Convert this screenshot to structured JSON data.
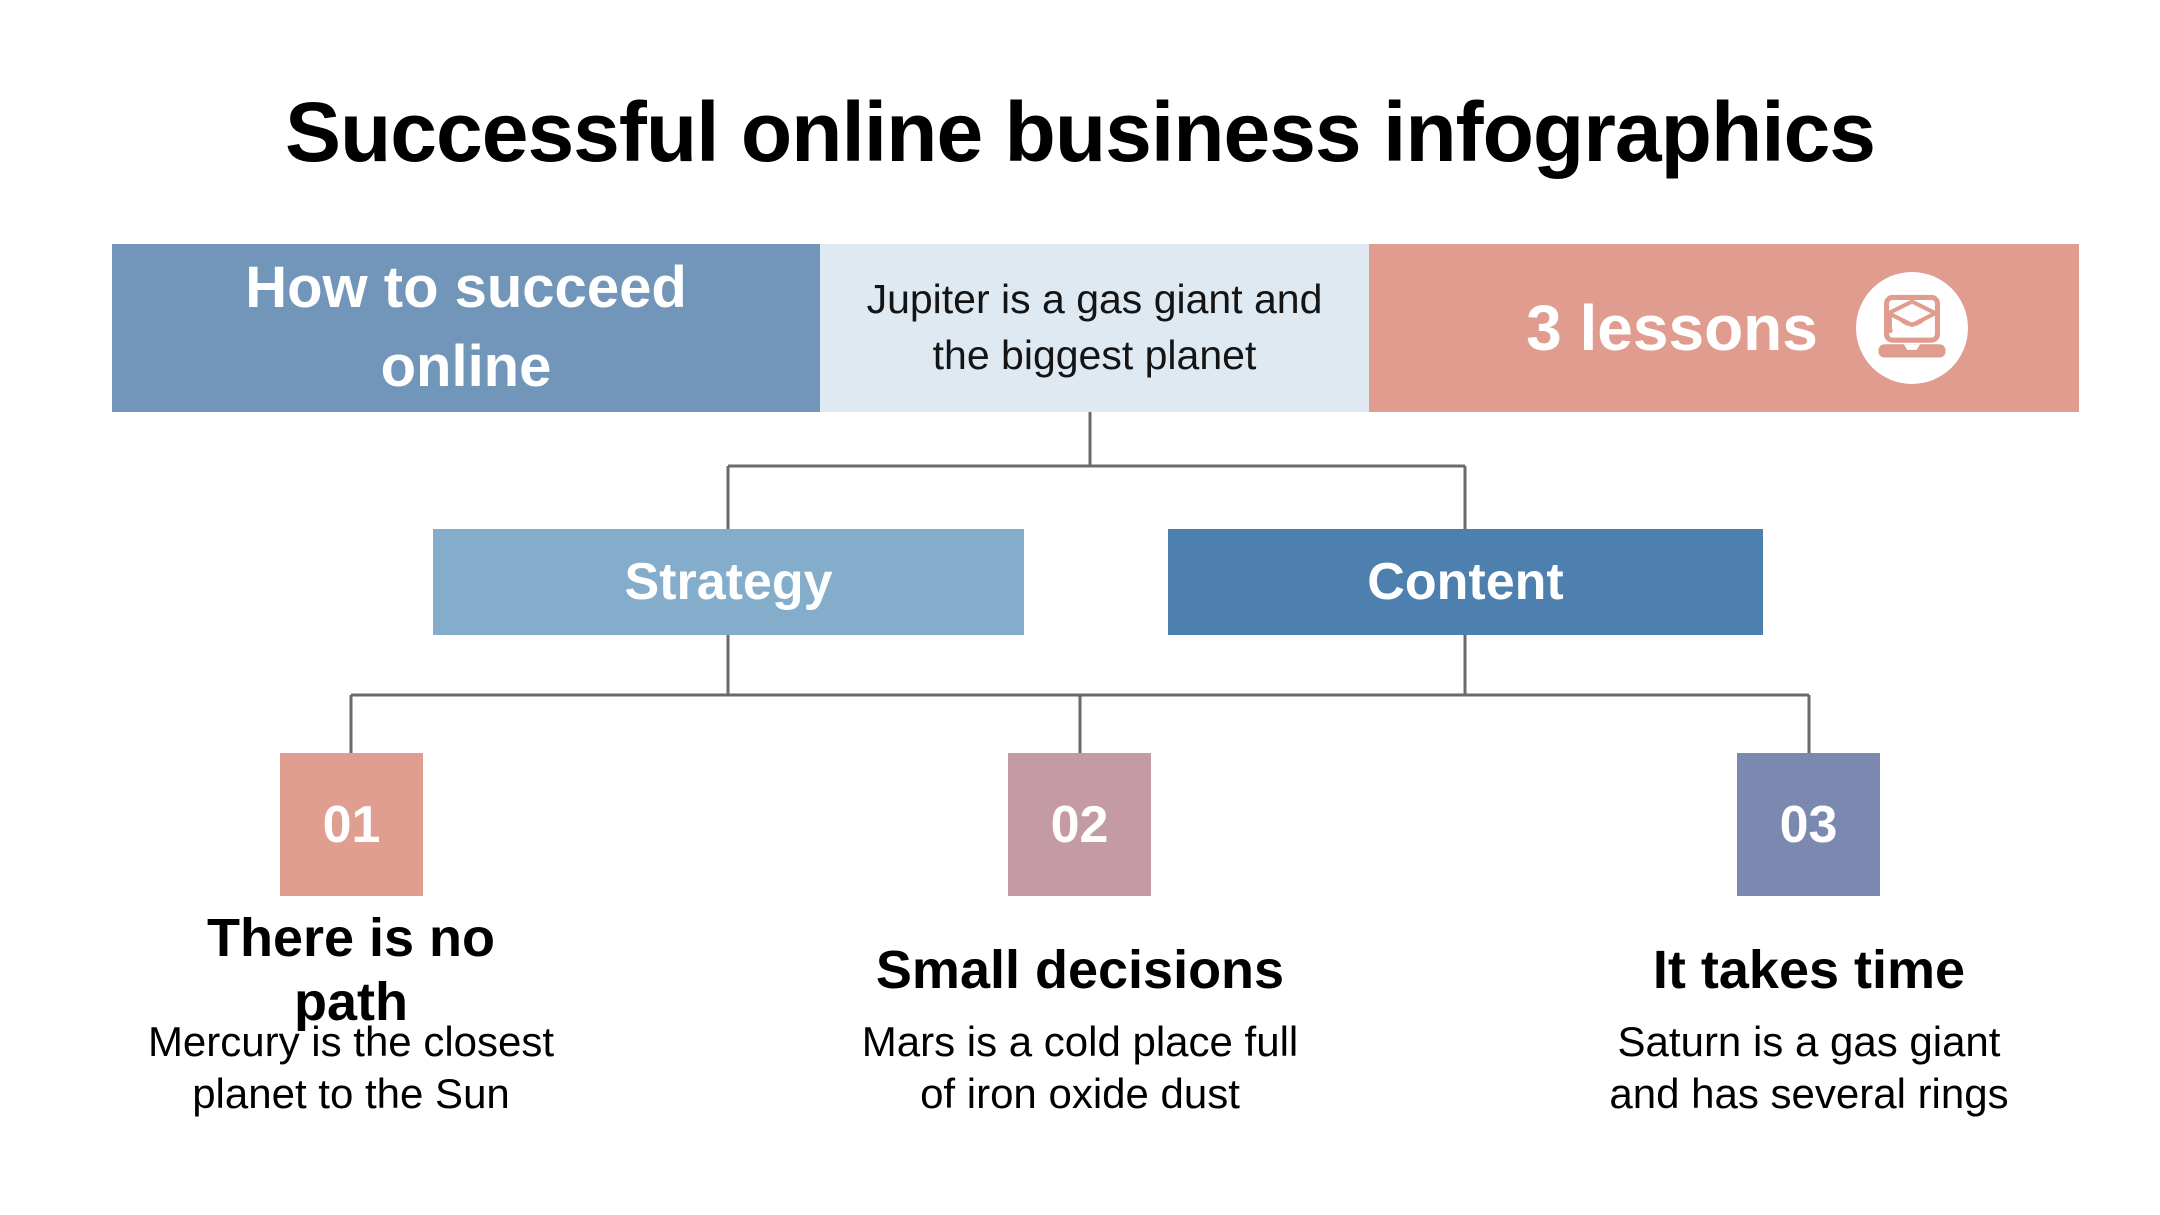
{
  "slide": {
    "title": "Successful online business infographics"
  },
  "header": {
    "left": {
      "label": "How to succeed\nonline"
    },
    "middle": {
      "label": "Jupiter is a gas giant and\nthe biggest planet"
    },
    "right": {
      "label": "3 lessons",
      "icon": "laptop-graduation-icon"
    }
  },
  "branches": [
    {
      "label": "Strategy"
    },
    {
      "label": "Content"
    }
  ],
  "leaves": [
    {
      "number": "01",
      "heading": "There is no\npath",
      "description": "Mercury is the closest\nplanet to the Sun"
    },
    {
      "number": "02",
      "heading": "Small decisions",
      "description": "Mars is a cold place full\nof iron oxide dust"
    },
    {
      "number": "03",
      "heading": "It takes time",
      "description": "Saturn is a gas giant\nand has several rings"
    }
  ],
  "colors": {
    "header_left_bg": "#7296B9",
    "header_middle_bg": "#DEE9F1",
    "header_right_bg": "#E09C8E",
    "strategy_bg": "#84ADCB",
    "content_bg": "#4E80AF",
    "leaf1_bg": "#DF9E90",
    "leaf2_bg": "#C49AA5",
    "leaf3_bg": "#7B89B0",
    "connector": "#6A6A6A",
    "title_text": "#000000"
  }
}
